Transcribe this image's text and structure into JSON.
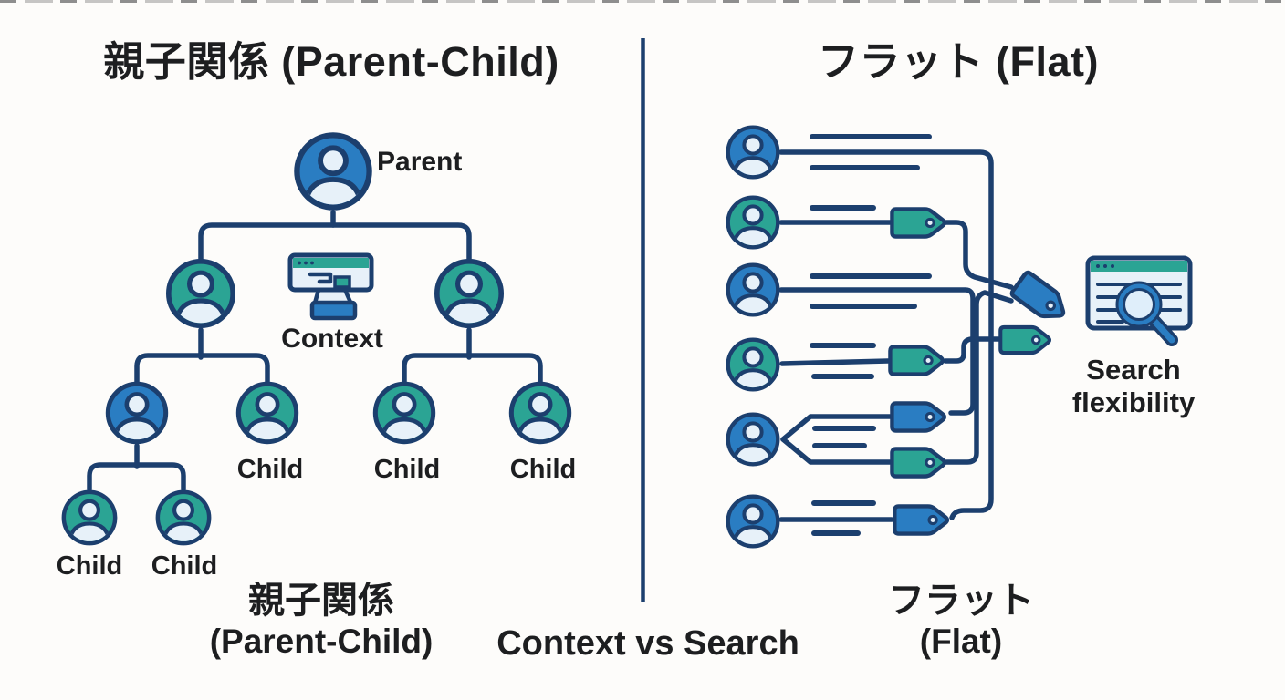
{
  "colors": {
    "blue": "#2a7dc2",
    "teal": "#2ba494",
    "navy": "#1c3f6e",
    "light": "#e7f1f9",
    "ink": "#1d1e20",
    "bg": "#fdfcfa"
  },
  "left_panel": {
    "title": "親子関係 (Parent-Child)",
    "parent_label": "Parent",
    "context_label": "Context",
    "child_labels": [
      "Child",
      "Child",
      "Child",
      "Child",
      "Child"
    ],
    "footer": {
      "jp": "親子関係",
      "en": "(Parent-Child)"
    }
  },
  "right_panel": {
    "title": "フラット (Flat)",
    "search_label": {
      "line1": "Search",
      "line2": "flexibility"
    },
    "footer": {
      "jp": "フラット",
      "en": "(Flat)"
    }
  },
  "center_caption": "Context vs Search",
  "icons": {
    "person": "person-avatar",
    "tag": "tag-label",
    "context_browser": "browser-window-with-plug",
    "search_browser": "browser-window-with-magnifier"
  },
  "node_fills": {
    "parent": "#2a7dc2",
    "mid_left": "#2ba494",
    "mid_right": "#2ba494",
    "l3_1": "#2a7dc2",
    "l3_2": "#2ba494",
    "l3_3": "#2ba494",
    "l3_4": "#2ba494",
    "l4_1": "#2ba494",
    "l4_2": "#2ba494",
    "row1": "#2a7dc2",
    "row2": "#2ba494",
    "row3": "#2a7dc2",
    "row4": "#2ba494",
    "row5": "#2a7dc2",
    "row6": "#2a7dc2",
    "tag_r2": "#2ba494",
    "tag_r4": "#2ba494",
    "tag_r5a": "#2a7dc2",
    "tag_r5b": "#2ba494",
    "tag_r6": "#2a7dc2",
    "tag_float_blue": "#2a7dc2",
    "tag_float_teal": "#2ba494"
  }
}
